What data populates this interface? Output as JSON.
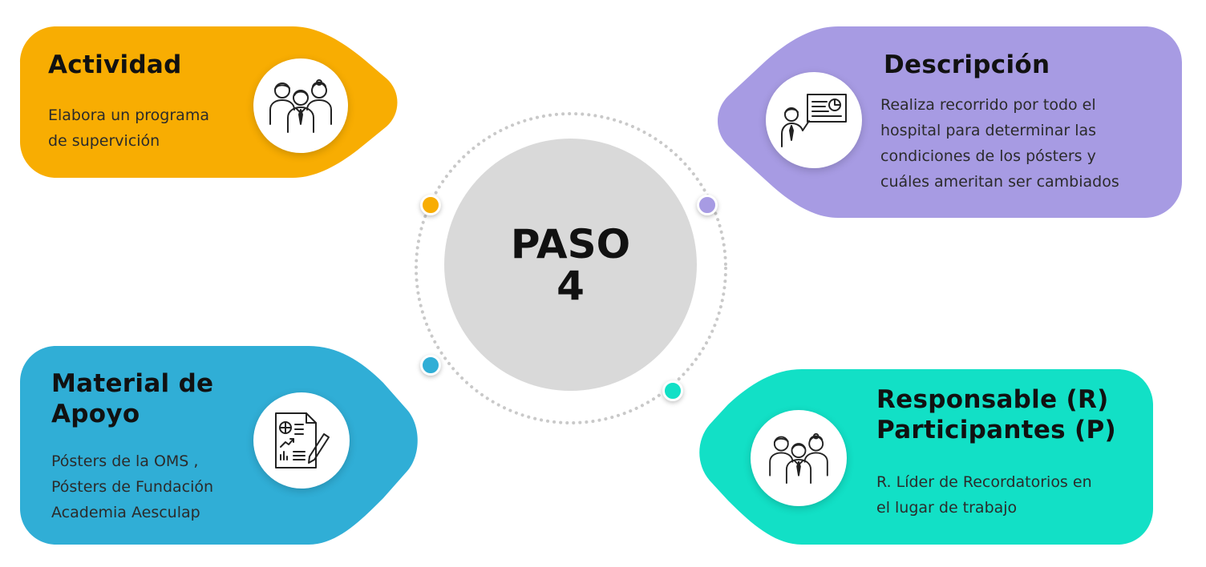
{
  "center": {
    "line1": "PASO",
    "line2": "4"
  },
  "colors": {
    "actividad": "#f8ad02",
    "descripcion": "#a79be3",
    "material": "#30aed6",
    "responsable": "#12e0c6",
    "center": "#d9d9d9"
  },
  "cards": {
    "actividad": {
      "title": "Actividad",
      "lines": [
        "Elabora un programa",
        "de supervición"
      ],
      "icon": "team-people-icon"
    },
    "descripcion": {
      "title": "Descripción",
      "lines": [
        "Realiza recorrido por todo el",
        "hospital para determinar las",
        "condiciones de los pósters y",
        "cuáles ameritan ser cambiados"
      ],
      "icon": "presentation-board-icon"
    },
    "material": {
      "title_lines": [
        "Material de",
        "Apoyo"
      ],
      "lines": [
        "Pósters de la OMS ,",
        "Pósters de Fundación",
        "Academia Aesculap"
      ],
      "icon": "report-document-icon"
    },
    "responsable": {
      "title_lines": [
        "Responsable (R)",
        "Participantes (P)"
      ],
      "lines": [
        "R. Líder de Recordatorios en",
        "el lugar de trabajo"
      ],
      "icon": "team-people-icon"
    }
  }
}
